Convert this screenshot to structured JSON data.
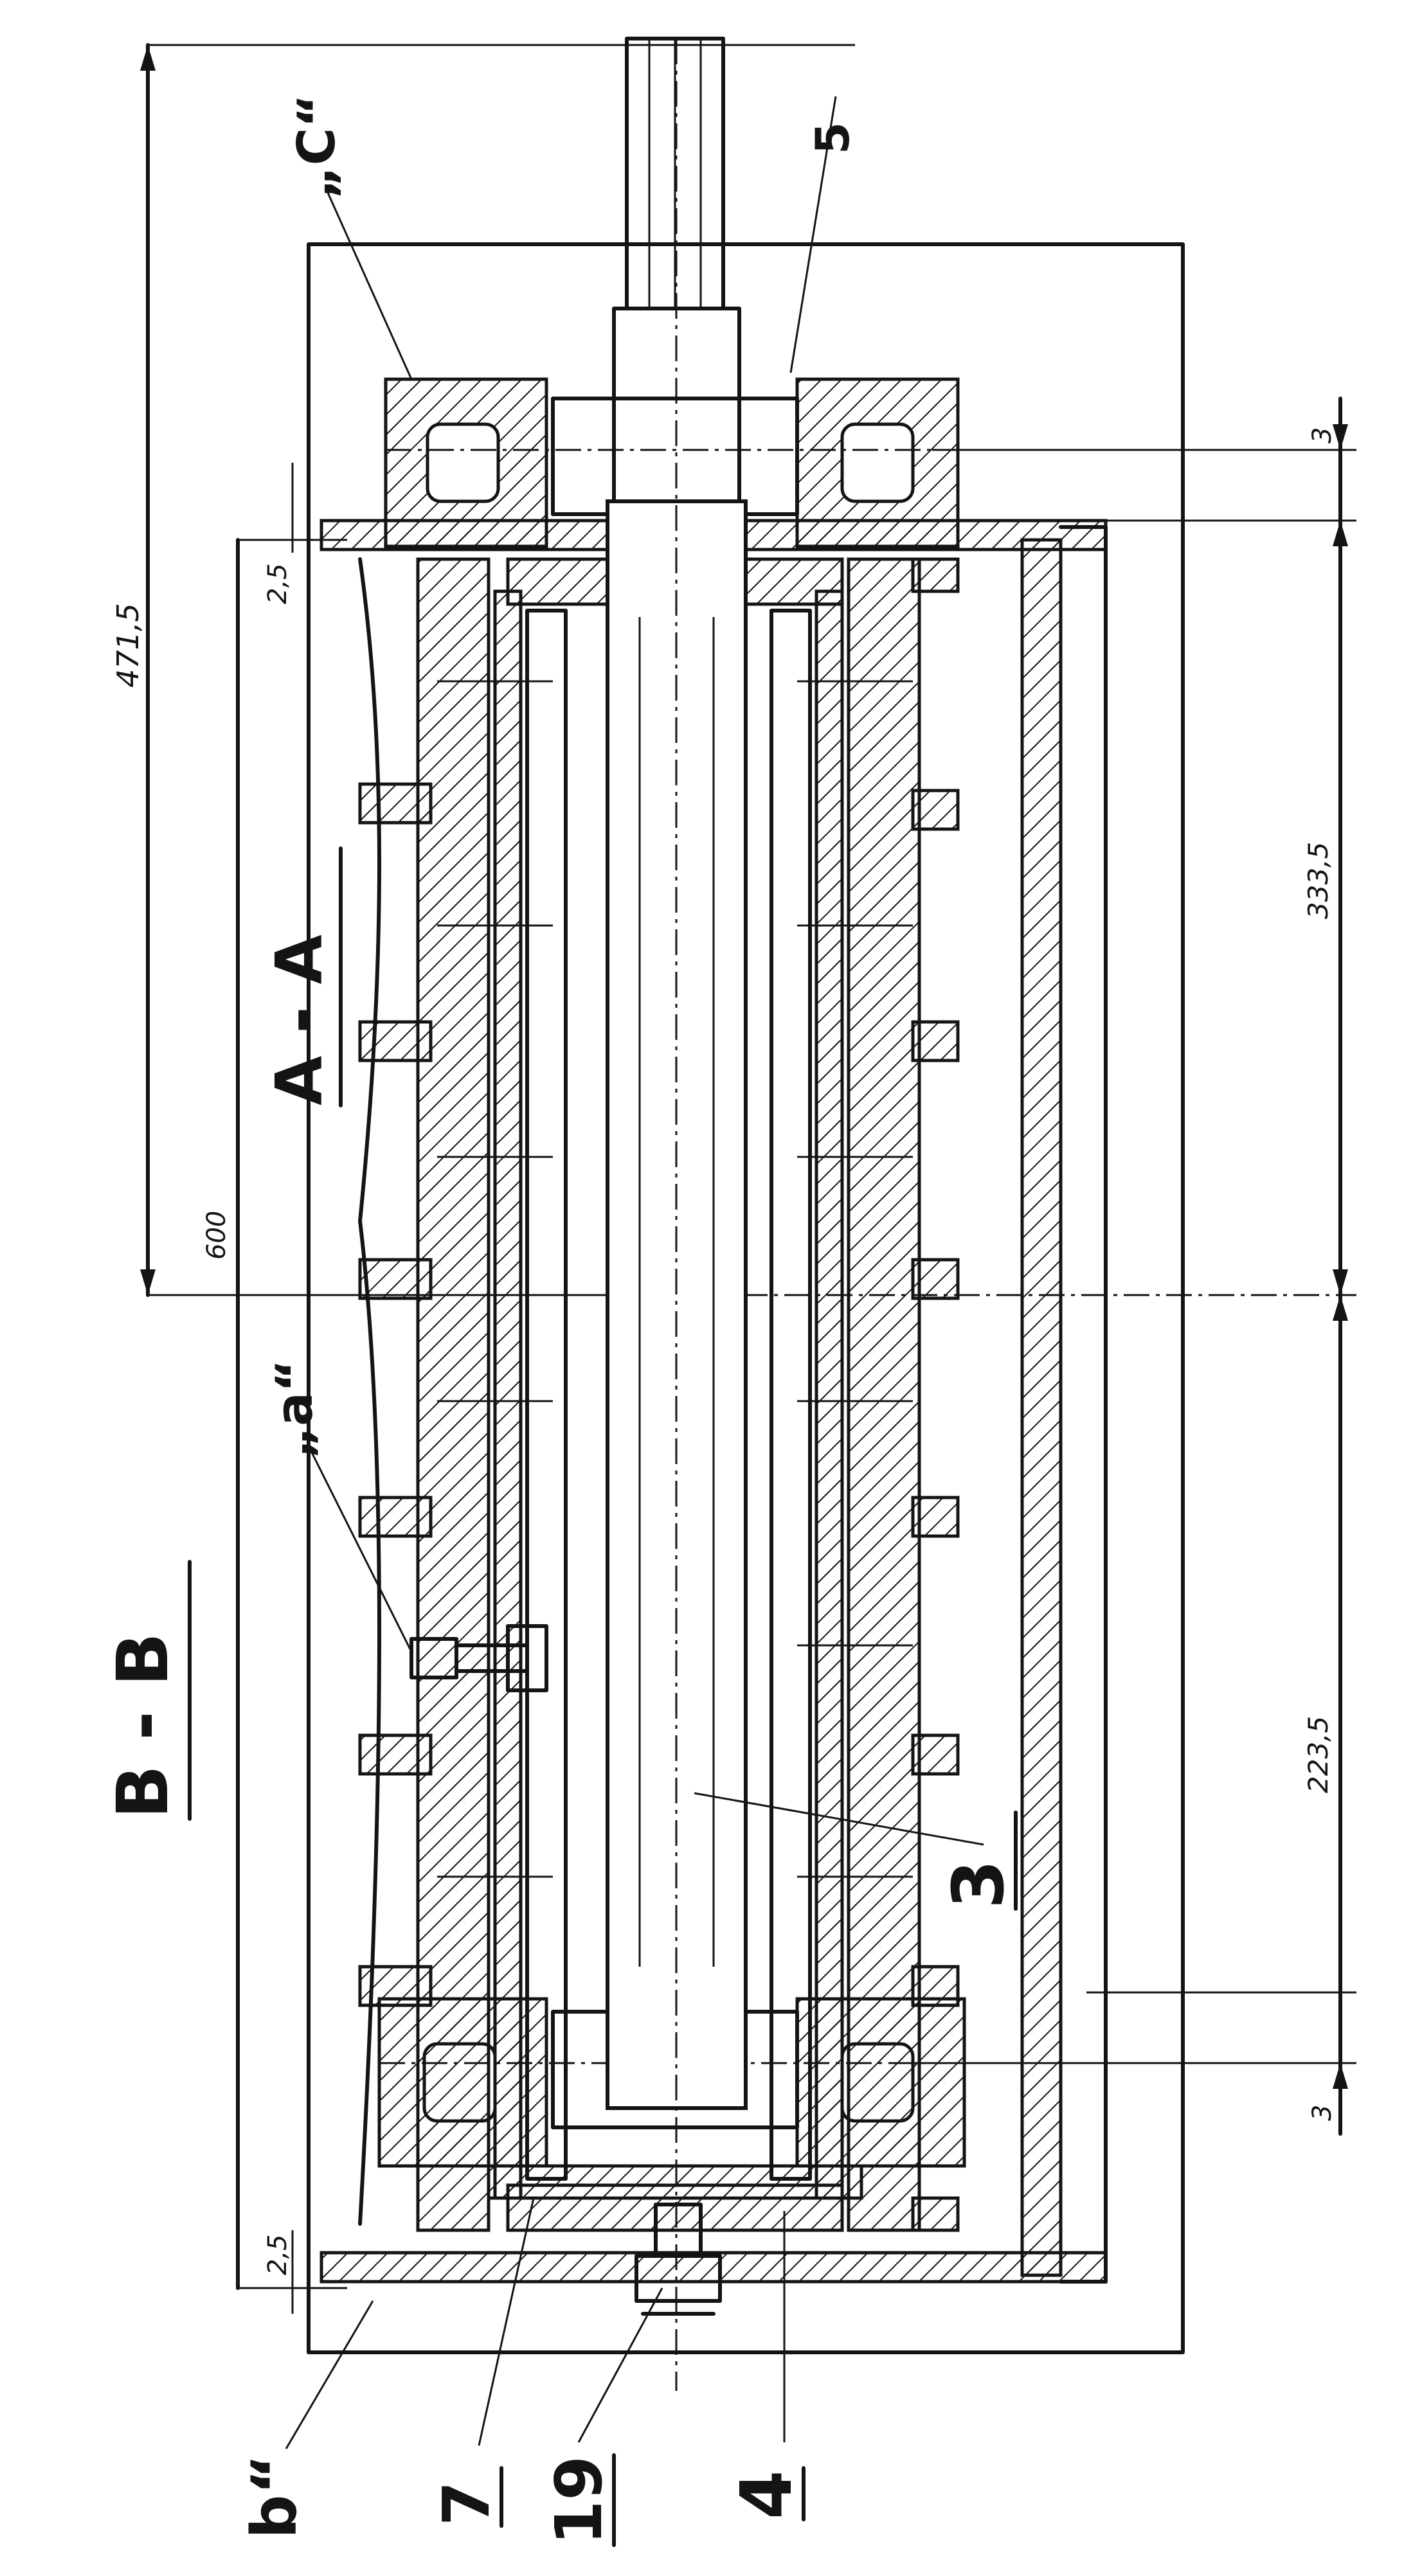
{
  "section_labels": {
    "section_aa": "A - A",
    "section_bb": "B - B"
  },
  "detail_labels": {
    "detail_c": "„C“",
    "detail_a": "„a“",
    "detail_b": "b“"
  },
  "part_numbers": [
    "3",
    "4",
    "5",
    "7",
    "19"
  ],
  "dimensions": {
    "overall_left": "471,5",
    "left_gap_top": "2,5",
    "left_gap_bottom": "2,5",
    "left_mid": "600",
    "right_upper": "333,5",
    "right_lower": "223,5",
    "right_top": "3",
    "right_bottom": "3"
  },
  "colors": {
    "ink": "#141414",
    "paper": "#ffffff"
  }
}
